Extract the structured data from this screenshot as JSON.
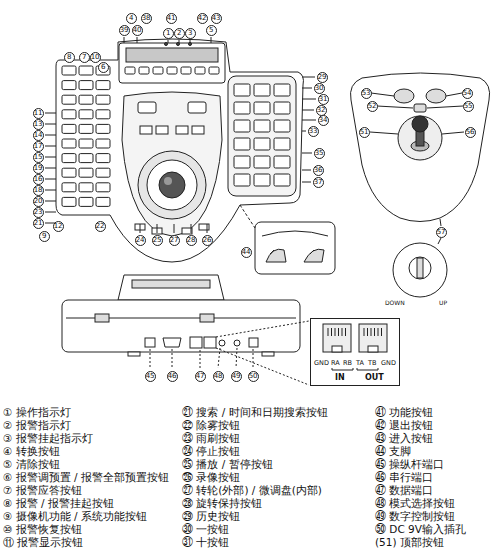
{
  "diagram": {
    "nodes": [
      {
        "text": [
          "GND",
          "RA",
          "RB",
          "TA",
          "TB",
          "GND",
          "IN",
          "OUT"
        ]
      }
    ],
    "labels": [
      "1",
      "2",
      "3",
      "4",
      "5",
      "6",
      "7",
      "8",
      "9",
      "10",
      "11",
      "12",
      "13",
      "14",
      "15",
      "16",
      "17",
      "18",
      "19",
      "20",
      "21",
      "22",
      "23",
      "24",
      "25",
      "26",
      "27",
      "28",
      "29",
      "30",
      "31",
      "32",
      "33",
      "34",
      "35",
      "36",
      "37",
      "38",
      "39",
      "40",
      "41",
      "42",
      "43",
      "44",
      "45",
      "46",
      "47",
      "48",
      "49",
      "50",
      "51",
      "52",
      "53",
      "54",
      "55",
      "56",
      "57",
      "① 操作指示灯",
      "② 报警指示灯",
      "③ 报警挂起指示灯",
      "④ 转换按钮",
      "⑤ 清除按钮",
      "⑥ 报警调预置 / 报警全部预置按钮",
      "⑦ 报警应答按钮",
      "⑧ 报警 / 报警挂起按钮",
      "⑨ 摄像机功能 / 系统功能按钮",
      "⑩ 报警恢复按钮",
      "⑪ 报警显示按钮",
      "㉑ 搜索 / 时间和日期搜索按钮",
      "㉒ 除雾按钮",
      "㉓ 雨刷按钮",
      "㉔ 停止按钮",
      "㉕ 播放 / 暂停按钮",
      "㉖ 录像按钮",
      "㉗ 转轮(外部) / 微调盘(内部)",
      "㉘ 旋转保持按钮",
      "㉙ 历史按钮",
      "㉚ 一按钮",
      "㉛ 十按钮",
      "㊶ 功能按钮",
      "㊷ 退出按钮",
      "㊸ 进入按钮",
      "㊹ 支脚",
      "㊺ 操纵杆端口",
      "㊻ 串行端口",
      "㊼ 数据端口",
      "㊽ 模式选择按钮",
      "㊾ 数字控制按钮",
      "㊿ DC 9V输入插孔",
      "(51) 顶部按钮",
      "DOWN",
      "UP"
    ]
  }
}
